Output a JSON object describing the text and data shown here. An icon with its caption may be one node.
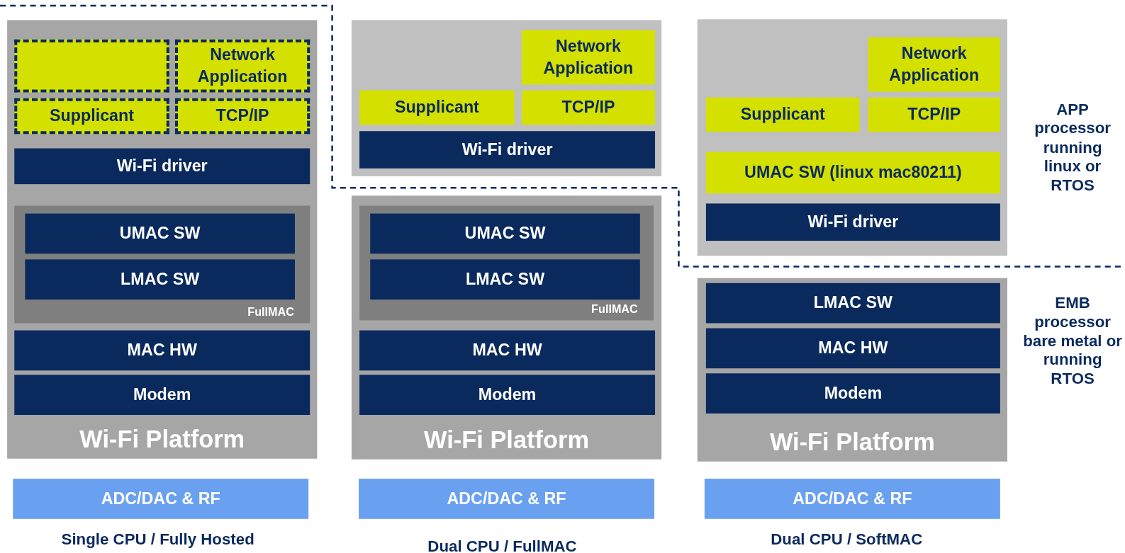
{
  "diagram": {
    "nodes": [
      {
        "text": [
          "Wi-Fi Platform"
        ]
      },
      {
        "text": [],
        "shape": "box",
        "in": 0
      },
      {
        "text": [
          "Network Application"
        ],
        "in": 0
      },
      {
        "text": [
          "Supplicant"
        ],
        "in": 0
      },
      {
        "text": [
          "TCP/IP"
        ],
        "in": 0
      },
      {
        "text": [
          "Wi-Fi driver"
        ],
        "in": 0
      },
      {
        "text": [
          "FullMAC"
        ],
        "in": 0
      },
      {
        "text": [
          "UMAC SW"
        ],
        "in": 6
      },
      {
        "text": [
          "LMAC SW"
        ],
        "in": 6
      },
      {
        "text": [
          "MAC HW"
        ],
        "in": 0
      },
      {
        "text": [
          "Modem"
        ],
        "in": 0
      },
      {
        "text": [
          "ADC/DAC & RF"
        ]
      },
      {
        "text": [],
        "shape": "box"
      },
      {
        "text": [
          "Network Application"
        ],
        "in": 12
      },
      {
        "text": [
          "Supplicant"
        ],
        "in": 12
      },
      {
        "text": [
          "TCP/IP"
        ],
        "in": 12
      },
      {
        "text": [
          "Wi-Fi driver"
        ],
        "in": 12
      },
      {
        "text": [
          "Wi-Fi Platform"
        ]
      },
      {
        "text": [
          "FullMAC"
        ],
        "in": 17
      },
      {
        "text": [
          "UMAC SW"
        ],
        "in": 18
      },
      {
        "text": [
          "LMAC SW"
        ],
        "in": 18
      },
      {
        "text": [
          "MAC HW"
        ],
        "in": 17
      },
      {
        "text": [
          "Modem"
        ],
        "in": 17
      },
      {
        "text": [
          "ADC/DAC & RF"
        ]
      },
      {
        "text": [],
        "shape": "box"
      },
      {
        "text": [
          "Network Application"
        ],
        "in": 24
      },
      {
        "text": [
          "Supplicant"
        ],
        "in": 24
      },
      {
        "text": [
          "TCP/IP"
        ],
        "in": 24
      },
      {
        "text": [
          "UMAC SW (linux mac80211)"
        ],
        "in": 24
      },
      {
        "text": [
          "Wi-Fi driver"
        ],
        "in": 24
      },
      {
        "text": [
          "Wi-Fi Platform"
        ]
      },
      {
        "text": [
          "LMAC SW"
        ],
        "in": 30
      },
      {
        "text": [
          "MAC HW"
        ],
        "in": 30
      },
      {
        "text": [
          "Modem"
        ],
        "in": 30
      },
      {
        "text": [
          "ADC/DAC & RF"
        ]
      }
    ],
    "edges": [],
    "labels": [
      "APP processor running linux or RTOS",
      "EMB processor bare metal or running RTOS",
      "Single CPU / Fully Hosted",
      "Dual CPU / FullMAC",
      "Dual CPU / SoftMAC"
    ]
  }
}
